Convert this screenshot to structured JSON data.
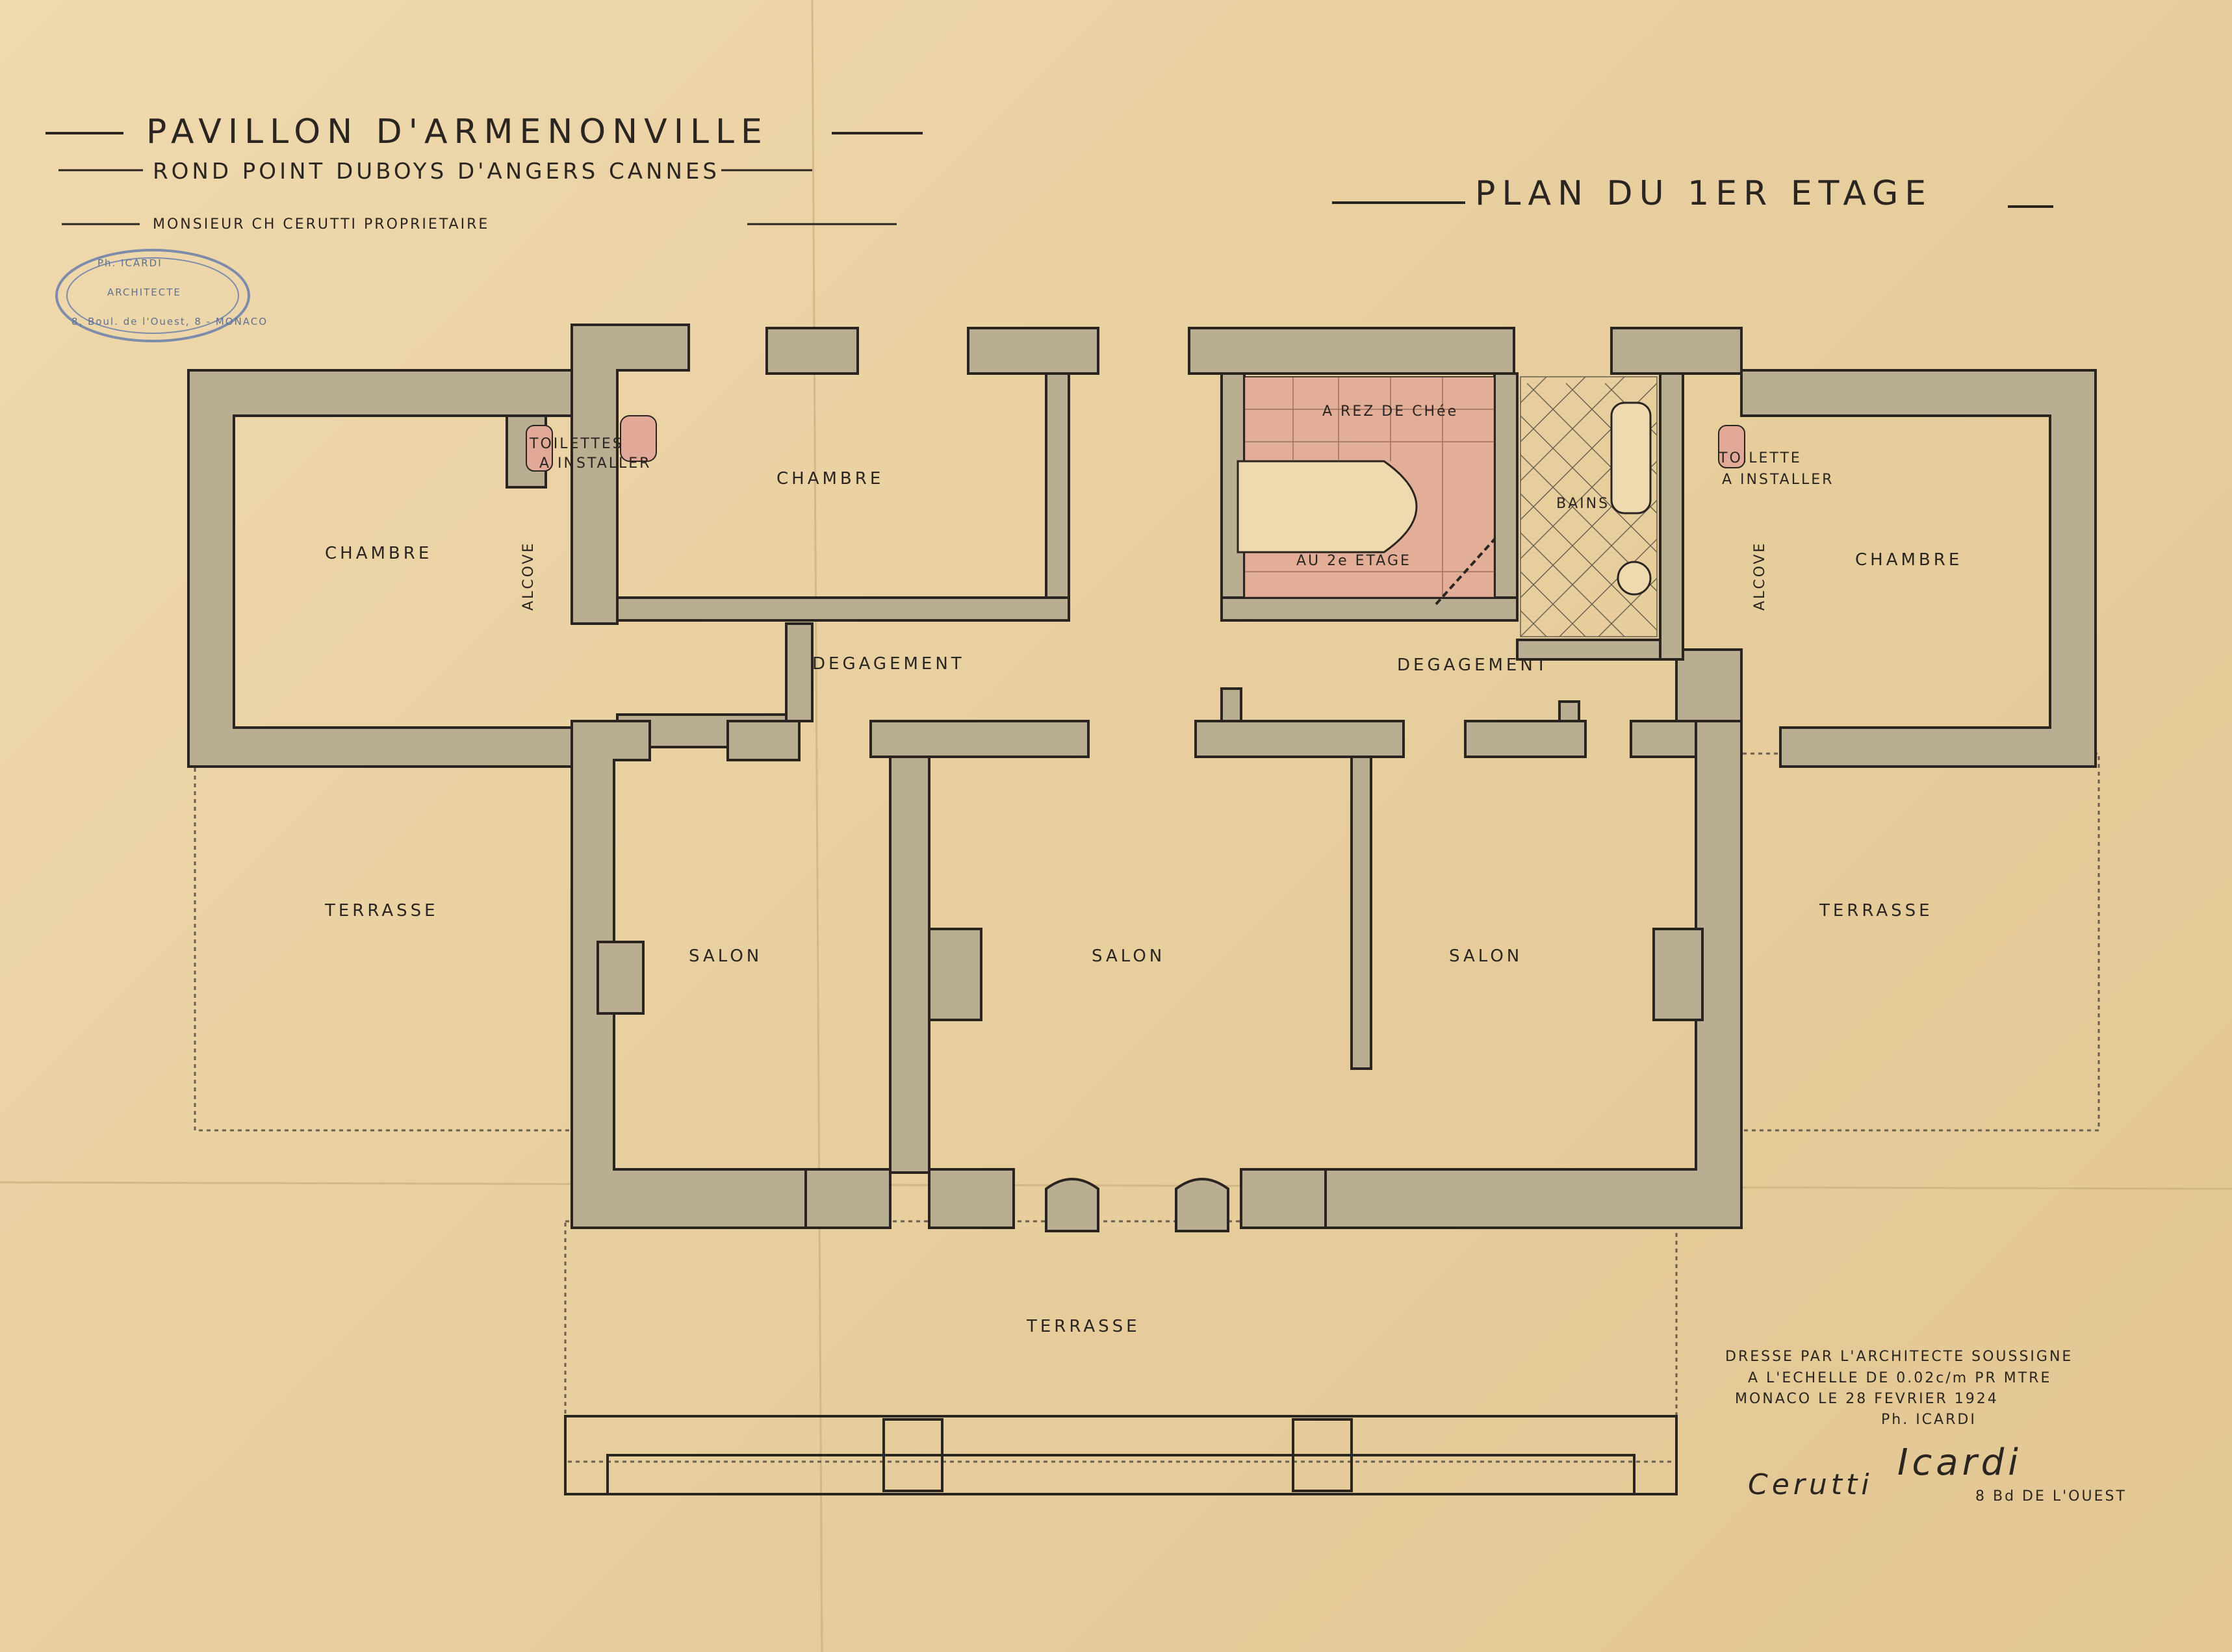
{
  "header": {
    "title": "PAVILLON D'ARMENONVILLE",
    "address": "ROND POINT DUBOYS D'ANGERS CANNES",
    "owner": "MONSIEUR CH CERUTTI PROPRIETAIRE"
  },
  "plan_title": "PLAN DU 1ER ETAGE",
  "stamp": {
    "line1": "Ph. ICARDI",
    "line2": "ARCHITECTE",
    "line3": "8, Boul. de l'Ouest, 8 - MONACO"
  },
  "rooms": {
    "chambre_left": "CHAMBRE",
    "chambre_center": "CHAMBRE",
    "chambre_right": "CHAMBRE",
    "toilettes_left": "TOILETTES",
    "a_installer_left": "A INSTALLER",
    "toilette_right": "TOILETTE",
    "a_installer_right": "A INSTALLER",
    "alcove_left": "ALCOVE",
    "alcove_right": "ALCOVE",
    "a_rez_de_chee": "A REZ DE CHée",
    "au_2e_etage": "AU 2e ETAGE",
    "bains": "BAINS",
    "degagement_left": "DEGAGEMENT",
    "degagement_right": "DEGAGEMENT",
    "salon_left": "SALON",
    "salon_center": "SALON",
    "salon_right": "SALON",
    "terrasse_left": "TERRASSE",
    "terrasse_right": "TERRASSE",
    "terrasse_bottom": "TERRASSE"
  },
  "footer": {
    "line1": "DRESSE PAR L'ARCHITECTE SOUSSIGNE",
    "line2": "A L'ECHELLE DE 0.02c/m PR MTRE",
    "line3": "MONACO LE 28 FEVRIER 1924",
    "line4": "Ph. ICARDI",
    "address": "8 Bd DE L'OUEST",
    "signature_owner": "Cerutti",
    "signature_architect": "Icardi"
  },
  "colors": {
    "paper": "#e9d3a8",
    "wall_wash": "#b9ad92",
    "ink": "#2a2520",
    "stair_wash": "#e2a998",
    "stamp_ink": "#5f7090"
  }
}
